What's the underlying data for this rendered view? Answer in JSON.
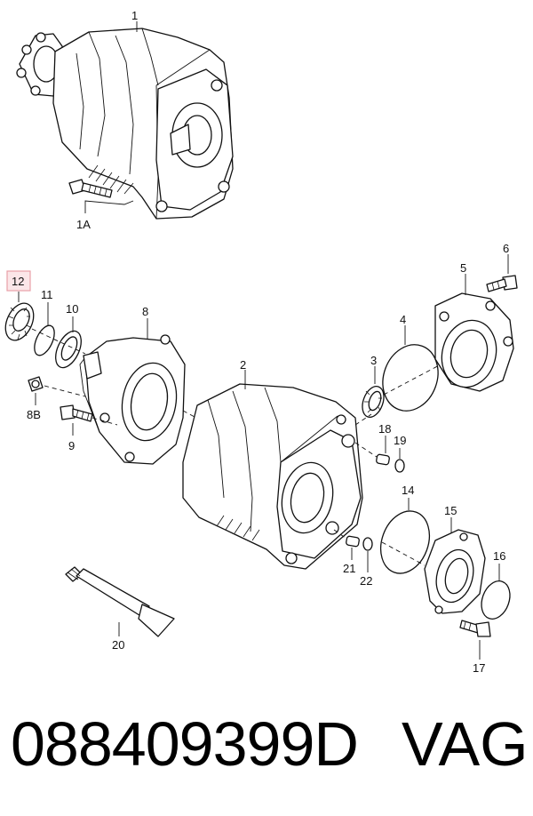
{
  "labels": {
    "l1": "1",
    "l1a": "1A",
    "l2": "2",
    "l3": "3",
    "l4": "4",
    "l5": "5",
    "l6": "6",
    "l8": "8",
    "l8b": "8B",
    "l9": "9",
    "l10": "10",
    "l11": "11",
    "l12": "12",
    "l14": "14",
    "l15": "15",
    "l16": "16",
    "l17": "17",
    "l18": "18",
    "l19": "19",
    "l20": "20",
    "l21": "21",
    "l22": "22"
  },
  "highlight_color": "#e8a0a8",
  "footer": {
    "part_number": "088409399D",
    "brand": "VAG"
  }
}
